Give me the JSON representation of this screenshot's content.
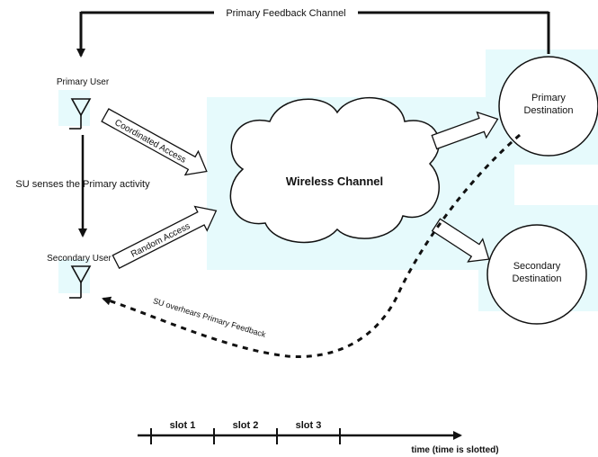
{
  "labels": {
    "feedback_channel": "Primary Feedback Channel",
    "primary_user": "Primary User",
    "secondary_user": "Secondary User",
    "su_senses": "SU senses the  Primary activity",
    "coordinated_access": "Coordinated Access",
    "random_access": "Random Access",
    "wireless_channel": "Wireless Channel",
    "primary_destination_line1": "Primary",
    "primary_destination_line2": "Destination",
    "secondary_destination_line1": "Secondary",
    "secondary_destination_line2": "Destination",
    "su_overhears": "SU overhears Primary Feedback"
  },
  "timeline": {
    "slots": [
      "slot 1",
      "slot 2",
      "slot 3"
    ],
    "caption": "time (time is slotted)"
  },
  "icons": [
    "antenna-icon",
    "cloud-icon"
  ],
  "colors": {
    "highlight": "#e6fafc",
    "stroke": "#111111",
    "fill": "#ffffff"
  }
}
